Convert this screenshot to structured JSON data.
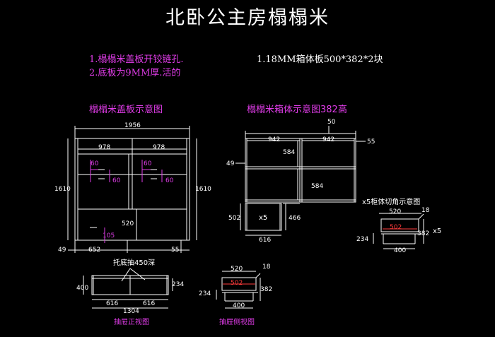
{
  "title": "北卧公主房榻榻米",
  "notes": {
    "left": [
      "1.榻榻米盖板开铰链孔.",
      "2.底板为9MM厚.活的"
    ],
    "right": "1.18MM箱体板500*382*2块"
  },
  "sections": {
    "lid": "榻榻米盖板示意图",
    "box": "榻榻米箱体示意图382高",
    "corner": "x5柜体切角示意图",
    "drawer_front": "抽屉正视图",
    "drawer_side": "抽屉侧视图"
  },
  "lid_dims": {
    "total_width": "1956",
    "panel_left": "978",
    "panel_right": "978",
    "height_left": "1610",
    "height_right": "1610",
    "hinge_a": "60",
    "hinge_b": "60",
    "hinge_c": "60",
    "hinge_d": "60",
    "drawer_h": "520",
    "hole": "105",
    "left_gap": "49",
    "drawer_w": "652",
    "right_gap": "55"
  },
  "box_dims": {
    "top_offset": "50",
    "w_left": "942",
    "w_right": "942",
    "right_edge": "55",
    "h_top": "584",
    "h_mid": "584",
    "left_edge": "49",
    "small_h_left": "502",
    "small_label": "x5",
    "small_h_right": "466",
    "small_w": "616"
  },
  "corner_dims": {
    "top": "520",
    "corner": "18",
    "red": "502",
    "right": "382",
    "left": "234",
    "bottom": "400",
    "count": "x5"
  },
  "drawer_front_dims": {
    "label": "托底抽450深",
    "height": "400",
    "left": "616",
    "right": "616",
    "total": "1304",
    "side": "234"
  },
  "drawer_side_dims": {
    "top": "520",
    "corner": "18",
    "red": "502",
    "right": "382",
    "left": "234",
    "bottom": "400"
  }
}
